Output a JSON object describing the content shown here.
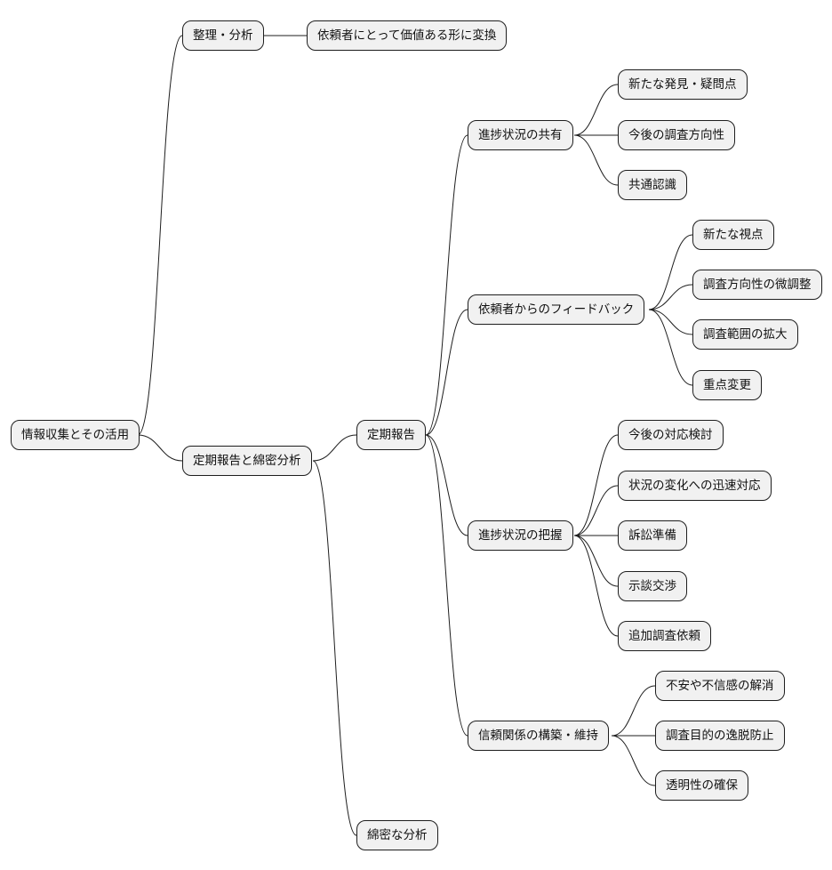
{
  "mindmap": {
    "root": "情報収集とその活用",
    "branch_organize": "整理・分析",
    "organize_result": "依頼者にとって価値ある形に変換",
    "branch_report": "定期報告と綿密分析",
    "regular_report": "定期報告",
    "progress_share": "進捗状況の共有",
    "progress_share_items": [
      "新たな発見・疑問点",
      "今後の調査方向性",
      "共通認識"
    ],
    "feedback": "依頼者からのフィードバック",
    "feedback_items": [
      "新たな視点",
      "調査方向性の微調整",
      "調査範囲の拡大",
      "重点変更"
    ],
    "progress_grasp": "進捗状況の把握",
    "progress_grasp_items": [
      "今後の対応検討",
      "状況の変化への迅速対応",
      "訴訟準備",
      "示談交渉",
      "追加調査依頼"
    ],
    "trust": "信頼関係の構築・維持",
    "trust_items": [
      "不安や不信感の解消",
      "調査目的の逸脱防止",
      "透明性の確保"
    ],
    "detailed_analysis": "綿密な分析"
  },
  "colors": {
    "node_fill": "#f1f1f1",
    "node_border": "#1e1e1e",
    "text": "#111111"
  }
}
